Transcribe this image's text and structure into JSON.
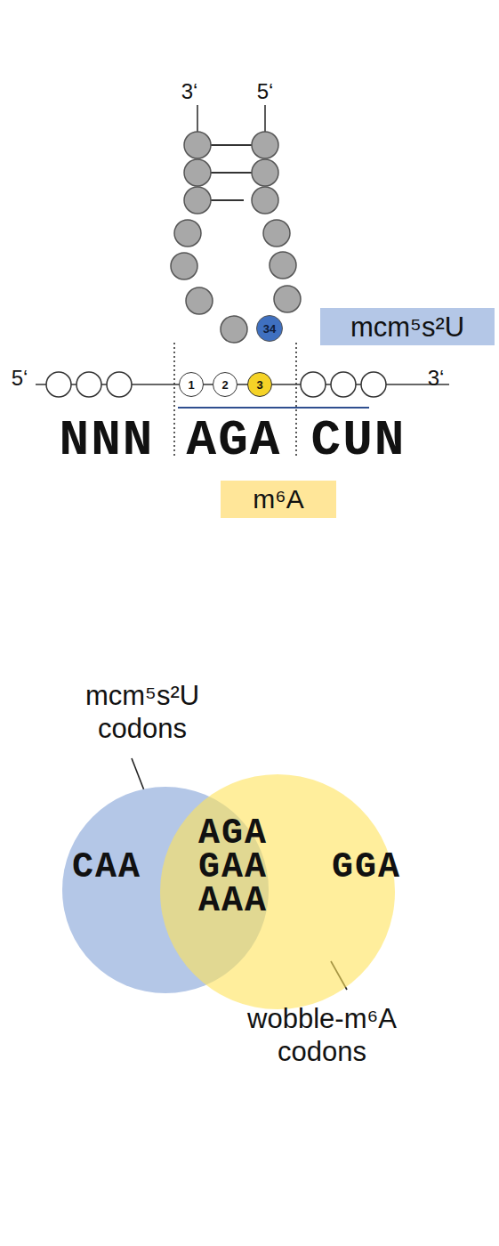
{
  "diagram": {
    "nodes": [
      {
        "text": [
          "34"
        ]
      },
      {
        "text": [
          "mcm⁵s²U"
        ]
      },
      {
        "text": [
          "1"
        ]
      },
      {
        "text": [
          "2"
        ]
      },
      {
        "text": [
          "3"
        ]
      },
      {
        "text": [
          "m⁶A"
        ]
      },
      {
        "text": [
          "CAA"
        ]
      },
      {
        "text": [
          "GGA"
        ]
      }
    ],
    "labels": [
      "3‘",
      "5‘",
      "5‘",
      "3‘",
      "NNN",
      "AGA",
      "CUN",
      "mcm⁵s²U codons",
      "AGA",
      "GAA",
      "AAA",
      "wobble-m⁶A codons"
    ]
  }
}
